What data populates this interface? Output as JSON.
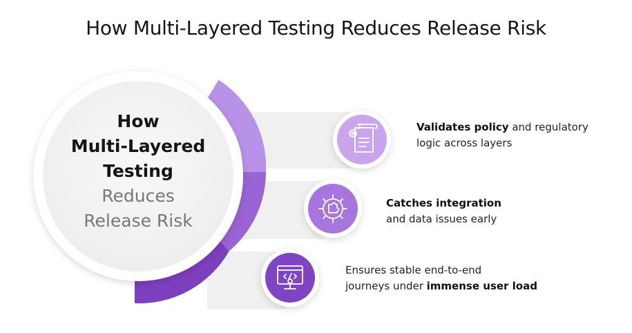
{
  "title": "How Multi-Layered Testing Reduces Release Risk",
  "center": {
    "line1": "How",
    "line2": "Multi-Layered",
    "line3": "Testing",
    "line4": "Reduces",
    "line5": "Release Risk"
  },
  "items": [
    {
      "bold": "Validates policy",
      "rest1": " and regulatory",
      "line2": "logic across layers",
      "icon": "policy-document-gear-icon",
      "color": "#c9a5ee"
    },
    {
      "bold": "Catches integration",
      "line2": "and data issues early",
      "icon": "gear-puzzle-icon",
      "color": "#a675dd"
    },
    {
      "pre": "Ensures stable end-to-end",
      "line2pre": "journeys under ",
      "bold": "immense user load",
      "icon": "monitor-code-gear-icon",
      "color": "#7f44c4"
    }
  ],
  "colors": {
    "arc_light": "#b891e8",
    "arc_mid": "#9a63d6",
    "arc_dark": "#7c3fbe",
    "band": "#f0f0f0"
  }
}
